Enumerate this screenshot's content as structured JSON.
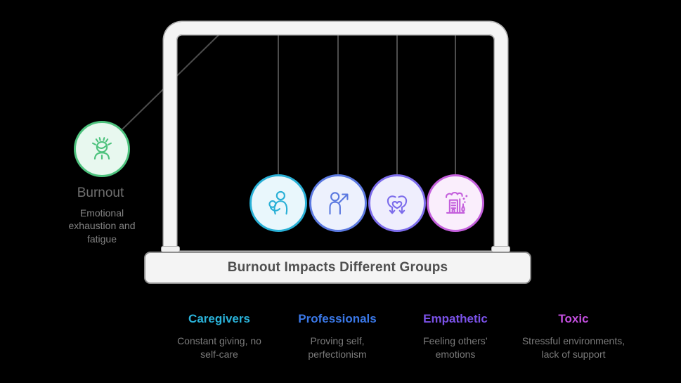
{
  "background_color": "#000000",
  "title": {
    "text": "Burnout Impacts Different Groups",
    "color": "#4f4f4f",
    "bar_fill": "#f4f4f4",
    "bar_border": "#8f8f8f"
  },
  "frame": {
    "tube_fill": "#f4f4f4",
    "tube_outline": "#b5b5b5",
    "string_color": "#4d4d4d"
  },
  "burnout": {
    "label": "Burnout",
    "description": "Emotional exhaustion and fatigue",
    "ring": "#4dc27d",
    "fill": "#e8f8ef",
    "label_color": "#6f6f6f",
    "description_color": "#828282",
    "icon": "stressed-person-icon"
  },
  "groups": [
    {
      "label": "Caregivers",
      "description": "Constant giving, no self-care",
      "ring": "#29b0d6",
      "fill": "#e9f7fc",
      "label_color": "#2ab3da",
      "icon": "caregiver-with-baby-icon"
    },
    {
      "label": "Professionals",
      "description": "Proving self, perfectionism",
      "ring": "#5b79e0",
      "fill": "#edf1fd",
      "label_color": "#3a78e8",
      "icon": "person-growth-arrow-icon"
    },
    {
      "label": "Empathetic",
      "description": "Feeling others’ emotions",
      "ring": "#7c6ceb",
      "fill": "#efeefd",
      "label_color": "#7b52e9",
      "icon": "shared-heart-icon"
    },
    {
      "label": "Toxic",
      "description": "Stressful environments, lack of support",
      "ring": "#c45fdc",
      "fill": "#faeefc",
      "label_color": "#c44fe0",
      "icon": "polluting-factory-icon"
    }
  ],
  "legend_description_color": "#7b7b7b"
}
